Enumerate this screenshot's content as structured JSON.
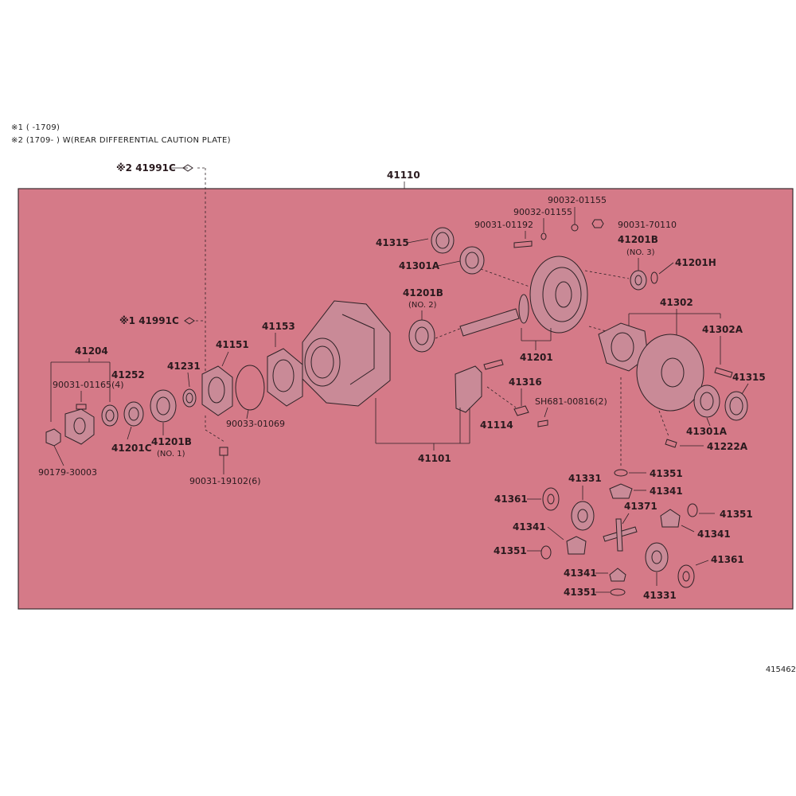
{
  "notes": [
    "※1 (      -1709)",
    "※2 (1709-      ) W(REAR DIFFERENTIAL CAUTION PLATE)"
  ],
  "colors": {
    "panel": "#d57a88",
    "ink": "#2e2226"
  },
  "assembly_number": "41110",
  "ref_code": "415462",
  "labels": {
    "c41991_2": "※2 41991C",
    "c41991_1": "※1 41991C",
    "p41315a": "41315",
    "p41301a_top": "41301A",
    "p90032_1": "90032-01155",
    "p90032_2": "90032-01155",
    "p90031_01192": "90031-01192",
    "p90031_70110": "90031-70110",
    "p41201b_3": "41201B",
    "no3": "(NO. 3)",
    "p41201h": "41201H",
    "p41201b_2": "41201B",
    "no2": "(NO. 2)",
    "p41153": "41153",
    "p41151": "41151",
    "p41204": "41204",
    "p41252": "41252",
    "p90031_01165": "90031-01165(4)",
    "p41231": "41231",
    "p41201c": "41201C",
    "p41201b_1": "41201B",
    "no1": "(NO. 1)",
    "p90179": "90179-30003",
    "p90031_19102": "90031-19102(6)",
    "p90033": "90033-01069",
    "p41201": "41201",
    "p41316": "41316",
    "p41114": "41114",
    "psh681": "SH681-00816(2)",
    "p41101": "41101",
    "p41302": "41302",
    "p41302a": "41302A",
    "p41315b": "41315",
    "p41301a_b": "41301A",
    "p41222a": "41222A",
    "p41351_1": "41351",
    "p41341_1": "41341",
    "p41331_1": "41331",
    "p41361_1": "41361",
    "p41371": "41371",
    "p41351_2": "41351",
    "p41341_2": "41341",
    "p41341_3": "41341",
    "p41351_3": "41351",
    "p41361_2": "41361",
    "p41341_4": "41341",
    "p41351_4": "41351",
    "p41331_2": "41331"
  }
}
